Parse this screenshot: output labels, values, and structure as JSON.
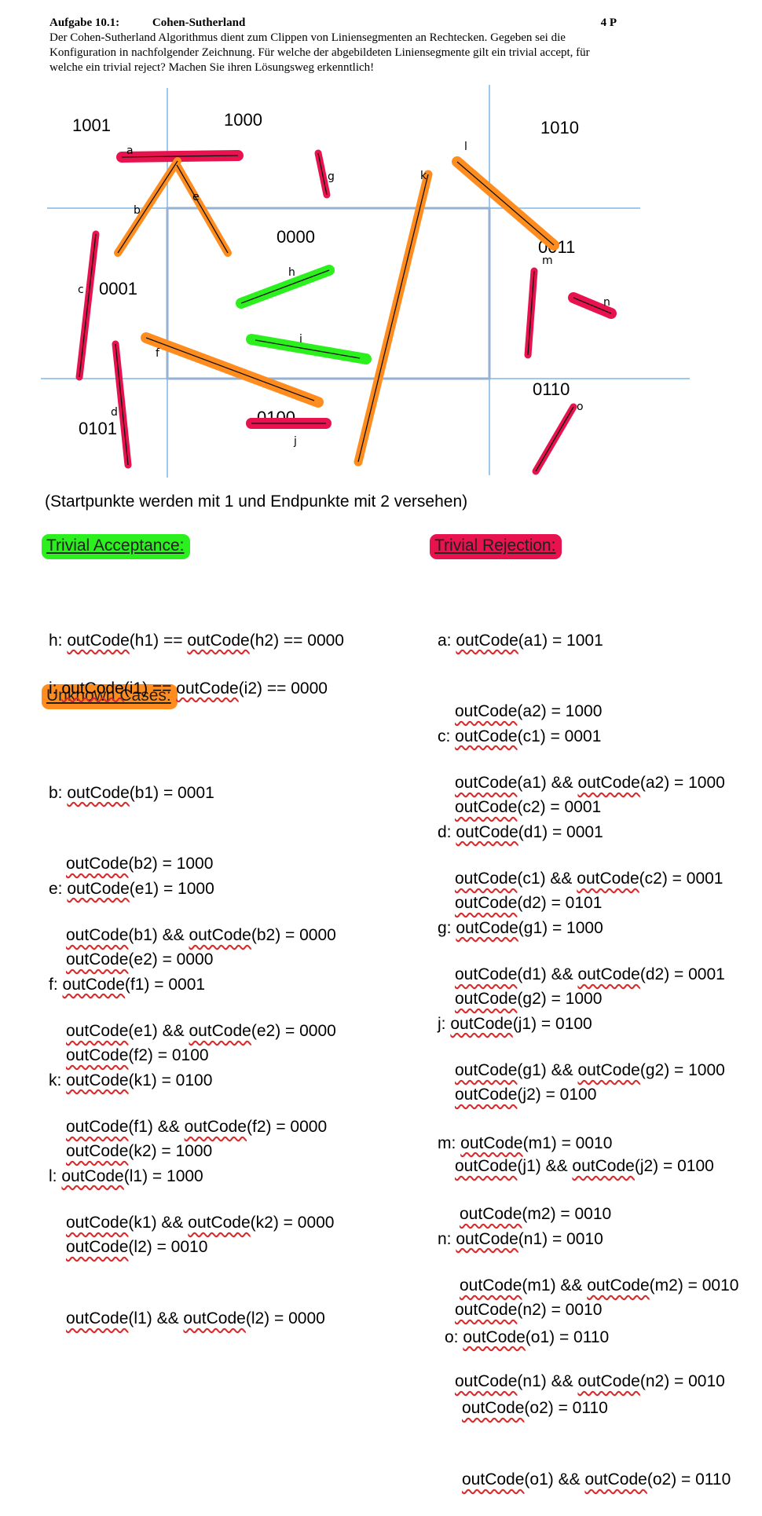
{
  "header": {
    "task": "Aufgabe 10.1:",
    "name": "Cohen-Sutherland",
    "points": "4 P",
    "description": "Der Cohen-Sutherland Algorithmus dient zum Clippen von Liniensegmenten an Rechtecken. Gegeben sei die Konfiguration in nachfolgender Zeichnung. Für welche der abgebildeten Liniensegmente gilt ein trivial accept, für welche ein trivial reject? Machen Sie ihren Lösungsweg erkenntlich!"
  },
  "diagram": {
    "region_codes": [
      "1001",
      "1000",
      "1010",
      "0001",
      "0000",
      "0011",
      "0101",
      "0100",
      "0110"
    ],
    "segment_labels": [
      "a",
      "b",
      "c",
      "d",
      "e",
      "f",
      "g",
      "h",
      "i",
      "j",
      "k",
      "l",
      "m",
      "n",
      "o"
    ],
    "colors": {
      "accept": "#2bf01e",
      "reject": "#e8124e",
      "unknown": "#ff8c1f",
      "clip_lines": "#7fb7e6",
      "rectangle": "#95b2d3"
    }
  },
  "note": "(Startpunkte werden mit 1 und Endpunkte mit 2 versehen)",
  "sections": {
    "accept": "Trivial Acceptance:",
    "reject": "Trivial Rejection:",
    "unknown": "Unknown Cases:"
  },
  "accept_cases": [
    {
      "lines": [
        "h: outCode(h1) == outCode(h2) == 0000"
      ]
    },
    {
      "lines": [
        "i: outCode(i1) == outCode(i2) == 0000"
      ]
    }
  ],
  "unknown_cases": [
    {
      "lines": [
        "b: outCode(b1) = 0001",
        "outCode(b2) = 1000",
        "outCode(b1) && outCode(b2) = 0000"
      ]
    },
    {
      "lines": [
        "e: outCode(e1) = 1000",
        "outCode(e2) = 0000",
        "outCode(e1) && outCode(e2) = 0000"
      ]
    },
    {
      "lines": [
        "f: outCode(f1) = 0001",
        "outCode(f2) = 0100",
        "outCode(f1) && outCode(f2) = 0000"
      ]
    },
    {
      "lines": [
        "k: outCode(k1) = 0100",
        "outCode(k2) = 1000",
        "outCode(k1) && outCode(k2) = 0000"
      ]
    },
    {
      "lines": [
        "l: outCode(l1) = 1000",
        "outCode(l2) = 0010",
        "outCode(l1) && outCode(l2) = 0000"
      ]
    }
  ],
  "reject_cases": [
    {
      "lines": [
        "a: outCode(a1) = 1001",
        "outCode(a2) = 1000",
        "outCode(a1) && outCode(a2) = 1000"
      ]
    },
    {
      "lines": [
        "c: outCode(c1) = 0001",
        "outCode(c2) = 0001",
        "outCode(c1) && outCode(c2) = 0001"
      ]
    },
    {
      "lines": [
        "d: outCode(d1) = 0001",
        "outCode(d2) = 0101",
        "outCode(d1) && outCode(d2) = 0001"
      ]
    },
    {
      "lines": [
        "g: outCode(g1) = 1000",
        "outCode(g2) = 1000",
        "outCode(g1) && outCode(g2) = 1000"
      ]
    },
    {
      "lines": [
        "j: outCode(j1) = 0100",
        "outCode(j2) = 0100",
        "outCode(j1) && outCode(j2) = 0100"
      ]
    },
    {
      "lines": [
        "m: outCode(m1) = 0010",
        "outCode(m2) = 0010",
        "outCode(m1) && outCode(m2) = 0010"
      ]
    },
    {
      "lines": [
        "n: outCode(n1) = 0010",
        "outCode(n2) = 0010",
        "outCode(n1) && outCode(n2) = 0010"
      ]
    },
    {
      "lines": [
        "o: outCode(o1) = 0110",
        "outCode(o2) = 0110",
        "outCode(o1) && outCode(o2) = 0110"
      ]
    }
  ]
}
